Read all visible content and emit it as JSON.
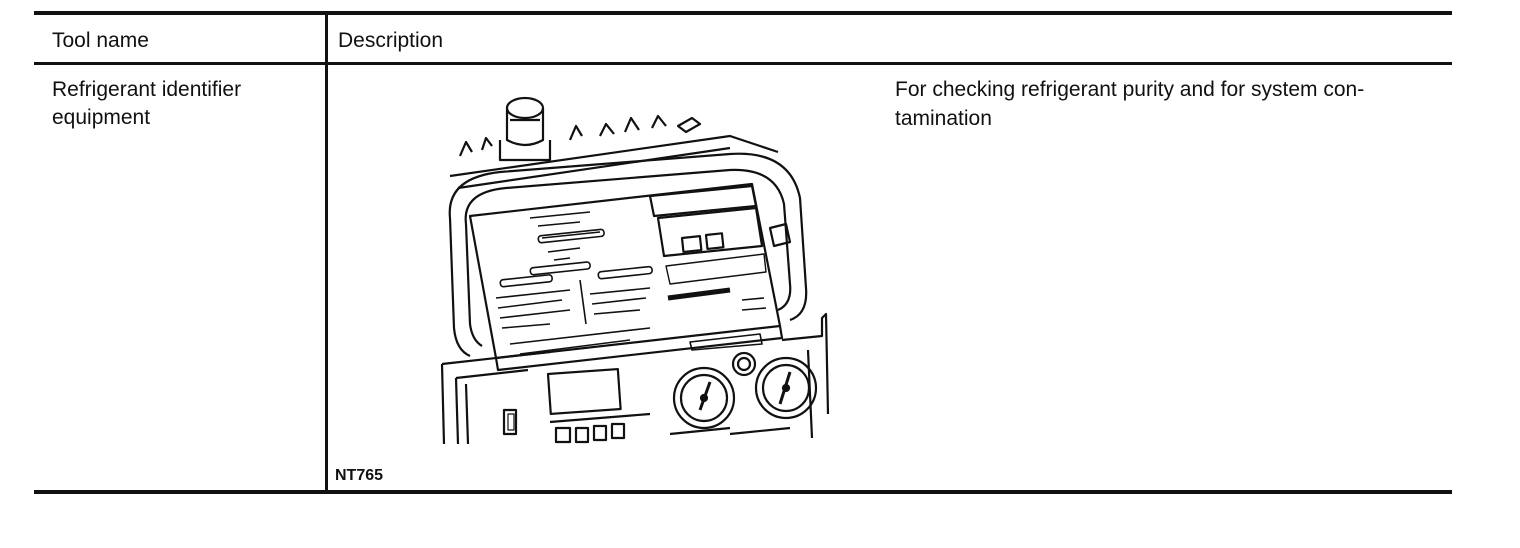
{
  "table": {
    "headers": {
      "tool_name": "Tool name",
      "description": "Description"
    },
    "row": {
      "tool_name_line1": "Refrigerant identifier",
      "tool_name_line2": "equipment",
      "description_line1": "For checking refrigerant purity and for system con-",
      "description_line2": "tamination",
      "figure_code": "NT765"
    }
  },
  "illustration": {
    "subject": "refrigerant-identifier-unit",
    "colors": {
      "line": "#111111",
      "background": "#ffffff"
    }
  }
}
